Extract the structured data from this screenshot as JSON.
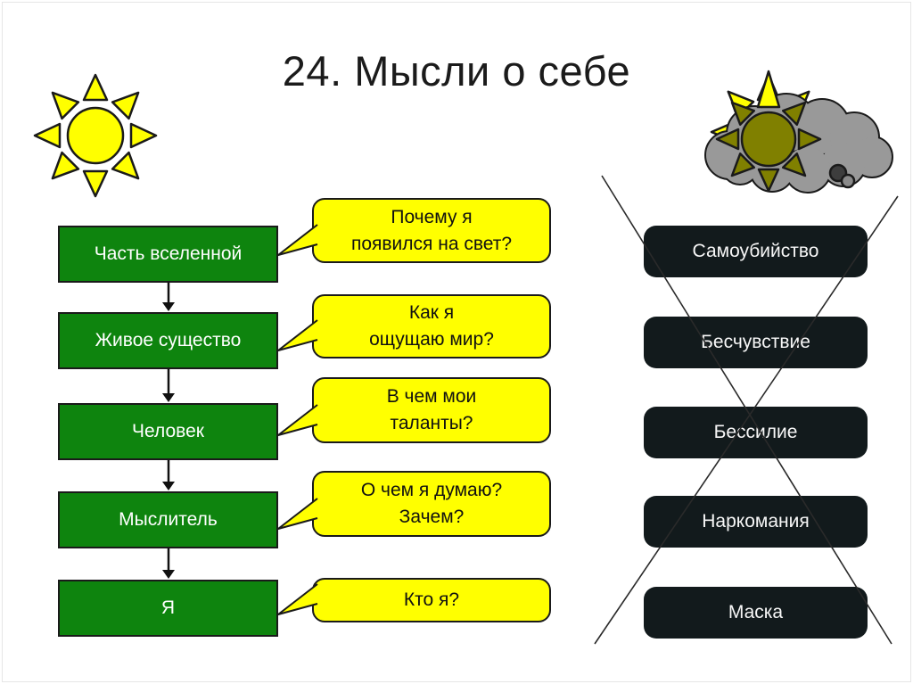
{
  "slide": {
    "title": "24. Мысли о себе"
  },
  "colors": {
    "flow_green": "#0e840e",
    "callout_yellow": "#ffff00",
    "crossed_dark": "#121a1c",
    "cloud_gray": "#999999",
    "dim_sun_olive": "#808000",
    "bright_sun_yellow": "#ffff00"
  },
  "flow": {
    "steps": [
      {
        "label": "Часть вселенной"
      },
      {
        "label": "Живое существо"
      },
      {
        "label": "Человек"
      },
      {
        "label": "Мыслитель"
      },
      {
        "label": "Я"
      }
    ]
  },
  "questions": [
    {
      "line1": "Почему я",
      "line2": "появился на свет?"
    },
    {
      "line1": "Как я",
      "line2": "ощущаю мир?"
    },
    {
      "line1": "В чем мои",
      "line2": "таланты?"
    },
    {
      "line1": "О чем я думаю?",
      "line2": "Зачем?"
    },
    {
      "line1": "Кто я?",
      "line2": ""
    }
  ],
  "crossed_out": [
    {
      "label": "Самоубийство"
    },
    {
      "label": "Бесчувствие"
    },
    {
      "label": "Бессилие"
    },
    {
      "label": "Наркомания"
    },
    {
      "label": "Маска"
    }
  ]
}
